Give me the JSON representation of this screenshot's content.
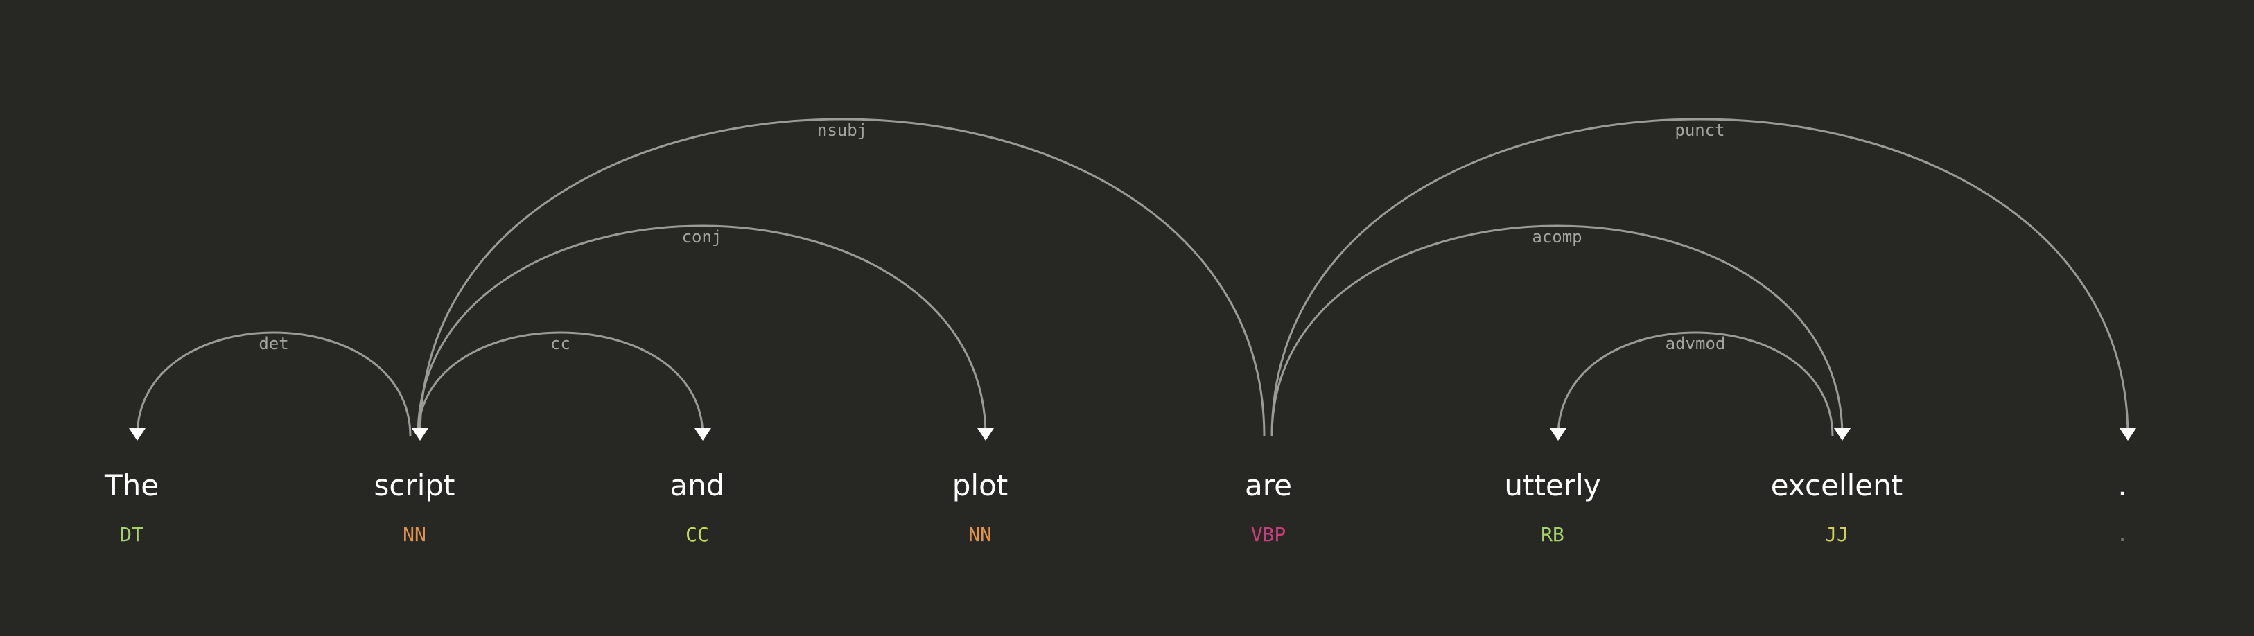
{
  "tokens": [
    {
      "text": "The",
      "tag": "DT",
      "tag_color": "#a6d26a"
    },
    {
      "text": "script",
      "tag": "NN",
      "tag_color": "#e0924f"
    },
    {
      "text": "and",
      "tag": "CC",
      "tag_color": "#c3dc5a"
    },
    {
      "text": "plot",
      "tag": "NN",
      "tag_color": "#e0924f"
    },
    {
      "text": "are",
      "tag": "VBP",
      "tag_color": "#c93e7c"
    },
    {
      "text": "utterly",
      "tag": "RB",
      "tag_color": "#a6d26a"
    },
    {
      "text": "excellent",
      "tag": "JJ",
      "tag_color": "#d2d25a"
    },
    {
      "text": ".",
      "tag": ".",
      "tag_color": "#777772"
    }
  ],
  "arcs": [
    {
      "label": "det",
      "head": 1,
      "dependent": 0,
      "level": 1
    },
    {
      "label": "cc",
      "head": 1,
      "dependent": 2,
      "level": 1
    },
    {
      "label": "conj",
      "head": 1,
      "dependent": 3,
      "level": 2
    },
    {
      "label": "nsubj",
      "head": 4,
      "dependent": 1,
      "level": 3
    },
    {
      "label": "advmod",
      "head": 6,
      "dependent": 5,
      "level": 1
    },
    {
      "label": "acomp",
      "head": 4,
      "dependent": 6,
      "level": 2
    },
    {
      "label": "punct",
      "head": 4,
      "dependent": 7,
      "level": 3
    }
  ],
  "colors": {
    "background": "#272823",
    "arc": "#9a9a96",
    "arrowhead": "#ffffff",
    "word": "#ffffff"
  }
}
